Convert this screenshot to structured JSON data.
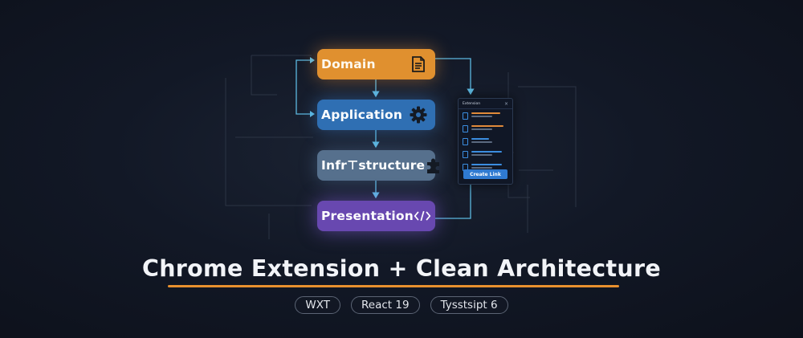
{
  "layers": [
    {
      "label": "Domain",
      "icon": "document-icon"
    },
    {
      "label": "Application",
      "icon": "gear-icon"
    },
    {
      "label": "Infr⊤structure",
      "icon": "puzzle-icon"
    },
    {
      "label": "Presentation",
      "icon": "code-icon"
    }
  ],
  "popup": {
    "title": "Extension",
    "close": "×",
    "items": [
      {
        "accent": "#e08a3a"
      },
      {
        "accent": "#e08a3a"
      },
      {
        "accent": "#3b8de0"
      },
      {
        "accent": "#3b8de0"
      },
      {
        "accent": "#3b8de0"
      }
    ],
    "button_label": "Create Link"
  },
  "title": "Chrome Extension + Clean Architecture",
  "tags": [
    "WXT",
    "React 19",
    "Tysstsipt 6"
  ],
  "colors": {
    "domain": "#e0902f",
    "application": "#2f6fb3",
    "infrastructure": "#56708d",
    "presentation": "#6848b0",
    "connector": "#5cb8e0",
    "underline": "#e8902e"
  }
}
